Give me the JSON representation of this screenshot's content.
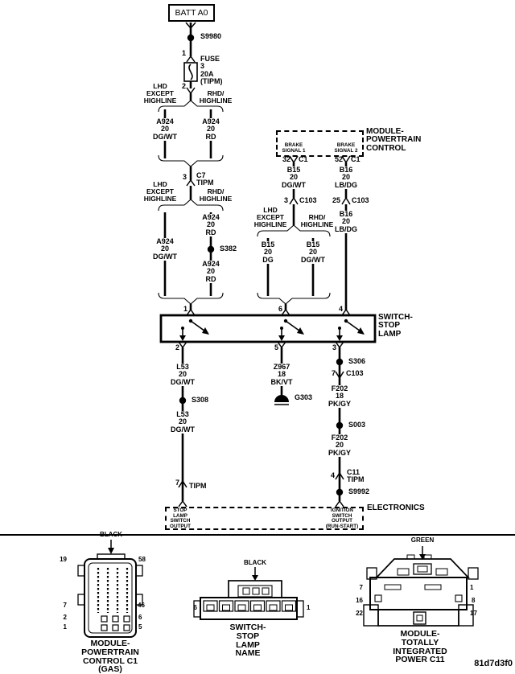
{
  "diagram_code": "81d7d3f0",
  "battery": "BATT A0",
  "splices": {
    "s9980": "S9980",
    "s382": "S382",
    "s308": "S308",
    "s306": "S306",
    "s003": "S003",
    "s9992": "S9992"
  },
  "fuse": {
    "pin_top": "1",
    "pin_bottom": "2",
    "label": "FUSE\n3\n20A\n(TIPM)"
  },
  "variant": {
    "lhd": "LHD\nEXCEPT\nHIGHLINE",
    "rhd": "RHD/\nHIGHLINE"
  },
  "wires": {
    "a924_dgwt": "A924\n20\nDG/WT",
    "a924_rd": "A924\n20\nRD",
    "b15_dgwt": "B15\n20\nDG/WT",
    "b15_dg": "B15\n20\nDG",
    "b16_lbdg": "B16\n20\nLB/DG",
    "l53_dgwt": "L53\n20\nDG/WT",
    "z967_bkvt": "Z967\n18\nBK/VT",
    "f202_18": "F202\n18\nPK/GY",
    "f202_20": "F202\n20\nPK/GY"
  },
  "c7": {
    "pin": "3",
    "label": "C7\nTIPM"
  },
  "pcm": {
    "title": "MODULE-\nPOWERTRAIN\nCONTROL",
    "signal1": "BRAKE\nSIGNAL 1",
    "signal2": "BRAKE\nSIGNAL 2",
    "pin1": "32",
    "pin2": "52",
    "conn": "C1"
  },
  "c103": {
    "name": "C103",
    "pin_left": "3",
    "pin_right": "25",
    "pin_lower": "7"
  },
  "switch_box": {
    "title": "SWITCH-\nSTOP\nLAMP",
    "top_pins": [
      "1",
      "6",
      "4"
    ],
    "bottom_pins": [
      "2",
      "5",
      "3"
    ]
  },
  "tipm": {
    "pin": "7",
    "name": "TIPM"
  },
  "ground": "G303",
  "c11": {
    "pin": "4",
    "label": "C11\nTIPM"
  },
  "electronics": {
    "title": "ELECTRONICS",
    "left_pin": "STOP\nLAMP\nSWITCH\nOUTPUT",
    "right_pin": "IGNITION\nSWITCH\nOUTPUT\n(RUN-START)"
  },
  "connectors": {
    "pcm_c1": {
      "color": "BLACK",
      "caption": "MODULE-\nPOWERTRAIN\nCONTROL C1\n(GAS)",
      "pins": {
        "p19": "19",
        "p58": "58",
        "p7": "7",
        "p46": "46",
        "p2": "2",
        "p6": "6",
        "p1": "1",
        "p5": "5"
      }
    },
    "switch": {
      "color": "BLACK",
      "caption": "SWITCH-\nSTOP\nLAMP\nNAME",
      "pin_left": "6",
      "pin_right": "1"
    },
    "tipm_c11": {
      "color": "GREEN",
      "caption": "MODULE-\nTOTALLY\nINTEGRATED\nPOWER C11",
      "pins": {
        "p7": "7",
        "p16": "16",
        "p22": "22",
        "p1": "1",
        "p8": "8",
        "p17": "17"
      }
    }
  }
}
